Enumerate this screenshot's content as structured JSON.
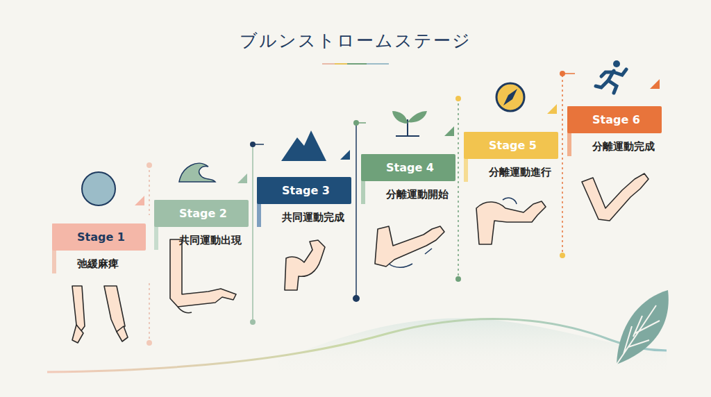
{
  "diagram": {
    "title": "ブルンストロームステージ",
    "nodes": [
      {
        "text": [
          "Stage 1",
          "弛緩麻痺"
        ]
      },
      {
        "text": [
          "Stage 2",
          "共同運動出現"
        ]
      },
      {
        "text": [
          "Stage 3",
          "共同運動完成"
        ]
      },
      {
        "text": [
          "Stage 4",
          "分離運動開始"
        ]
      },
      {
        "text": [
          "Stage 5",
          "分離運動進行"
        ]
      },
      {
        "text": [
          "Stage 6",
          "分離運動完成"
        ]
      }
    ]
  }
}
